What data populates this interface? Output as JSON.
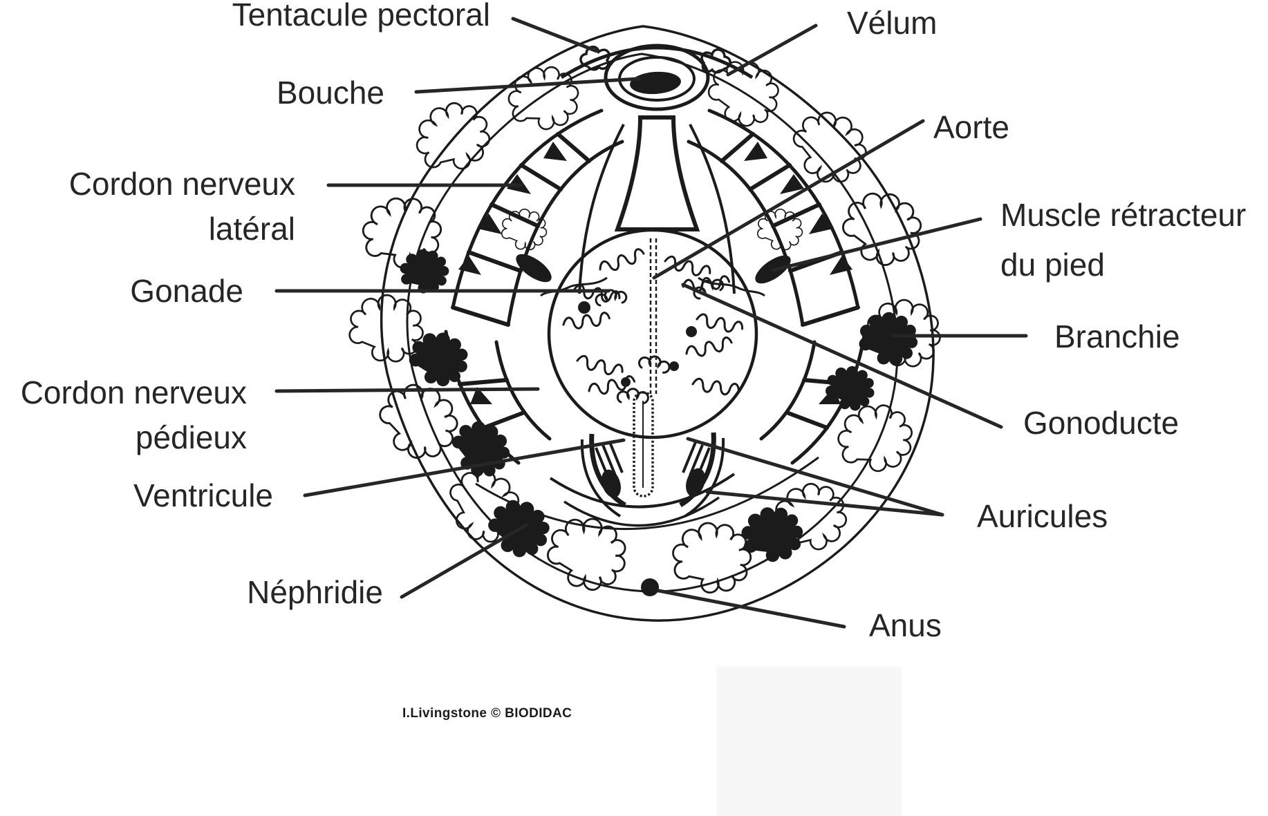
{
  "figure": {
    "background_color": "#ffffff",
    "ink_color": "#1b1b1b",
    "credit": "I.Livingstone © BIODIDAC"
  },
  "labels": {
    "tentacule_pectoral": "Tentacule pectoral",
    "velum": "Vélum",
    "bouche": "Bouche",
    "cordon_nerveux_lateral_line1": "Cordon nerveux",
    "cordon_nerveux_lateral_line2": "latéral",
    "aorte": "Aorte",
    "muscle_retracteur_line1": "Muscle rétracteur",
    "muscle_retracteur_line2": "du pied",
    "gonade": "Gonade",
    "branchie": "Branchie",
    "cordon_nerveux_pedieux_line1": "Cordon nerveux",
    "cordon_nerveux_pedieux_line2": "pédieux",
    "gonoducte": "Gonoducte",
    "ventricule": "Ventricule",
    "auricules": "Auricules",
    "nephridie": "Néphridie",
    "anus": "Anus"
  }
}
